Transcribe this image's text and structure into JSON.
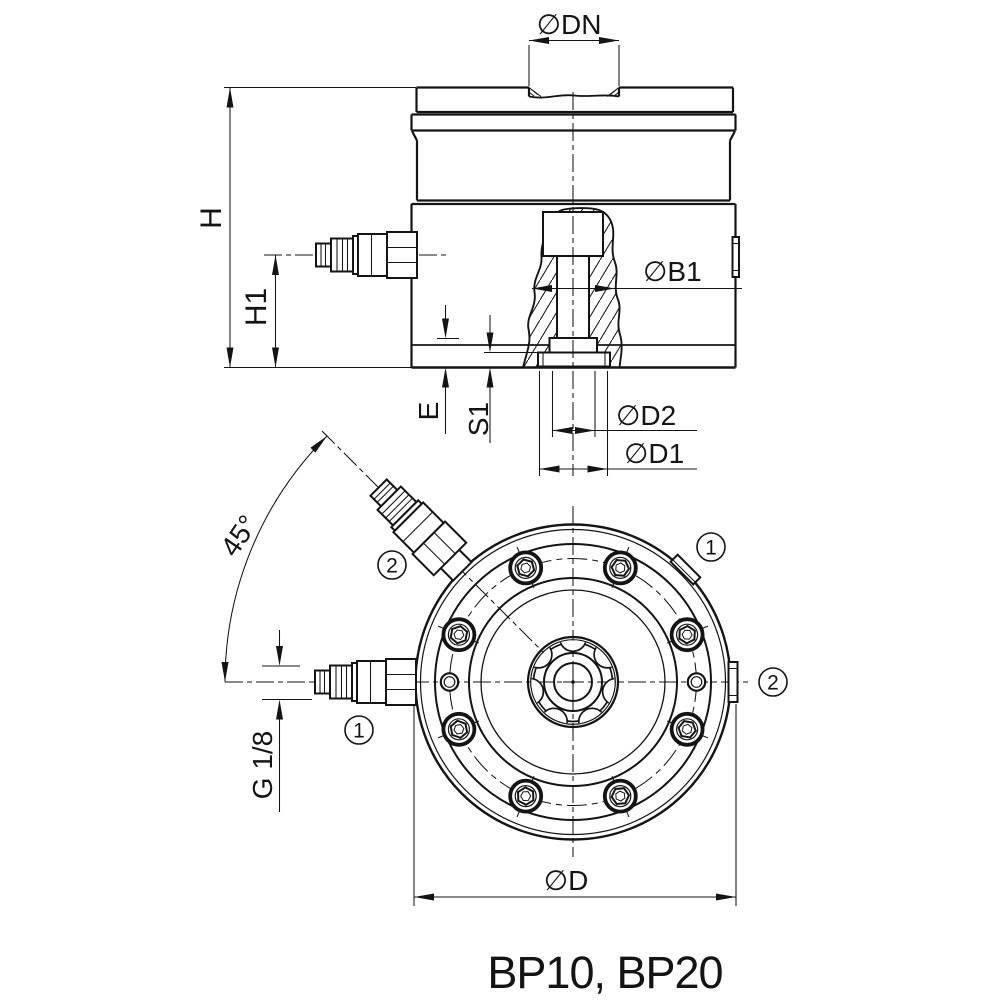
{
  "labels": {
    "dn": "∅DN",
    "h": "H",
    "h1": "H1",
    "b1": "∅B1",
    "d2": "∅D2",
    "d1": "∅D1",
    "e": "E",
    "s1": "S1",
    "angle": "45°",
    "thread": "G 1/8",
    "d": "∅D"
  },
  "callouts": {
    "one": "1",
    "two": "2"
  },
  "caption": "BP10, BP20",
  "colors": {
    "line": "#141414",
    "background": "#ffffff"
  }
}
